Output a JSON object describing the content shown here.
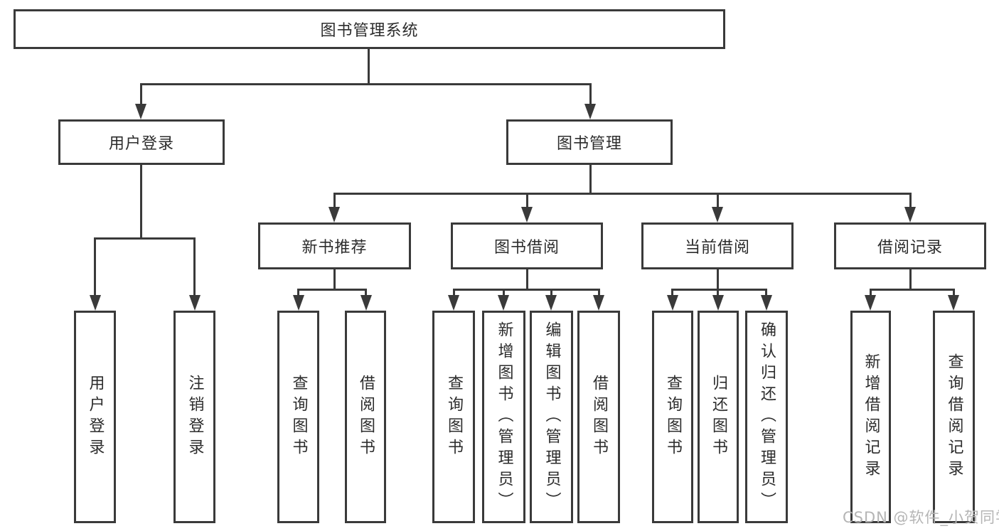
{
  "root": {
    "label": "图书管理系统"
  },
  "branches": [
    {
      "label": "用户登录",
      "children": [
        {
          "label": "用户登录"
        },
        {
          "label": "注销登录"
        }
      ]
    },
    {
      "label": "图书管理",
      "children": [
        {
          "label": "新书推荐",
          "children": [
            {
              "label": "查询图书"
            },
            {
              "label": "借阅图书"
            }
          ]
        },
        {
          "label": "图书借阅",
          "children": [
            {
              "label": "查询图书"
            },
            {
              "label": "新增图书（管理员）"
            },
            {
              "label": "编辑图书（管理员）"
            },
            {
              "label": "借阅图书"
            }
          ]
        },
        {
          "label": "当前借阅",
          "children": [
            {
              "label": "查询图书"
            },
            {
              "label": "归还图书"
            },
            {
              "label": "确认归还（管理员）"
            }
          ]
        },
        {
          "label": "借阅记录",
          "children": [
            {
              "label": "新增借阅记录"
            },
            {
              "label": "查询借阅记录"
            }
          ]
        }
      ]
    }
  ],
  "watermark": "CSDN @软件_小贺同学",
  "colors": {
    "line": "#3a3a3a",
    "text": "#2c2c2c",
    "background": "#ffffff",
    "watermark": "#b5b5b5"
  }
}
